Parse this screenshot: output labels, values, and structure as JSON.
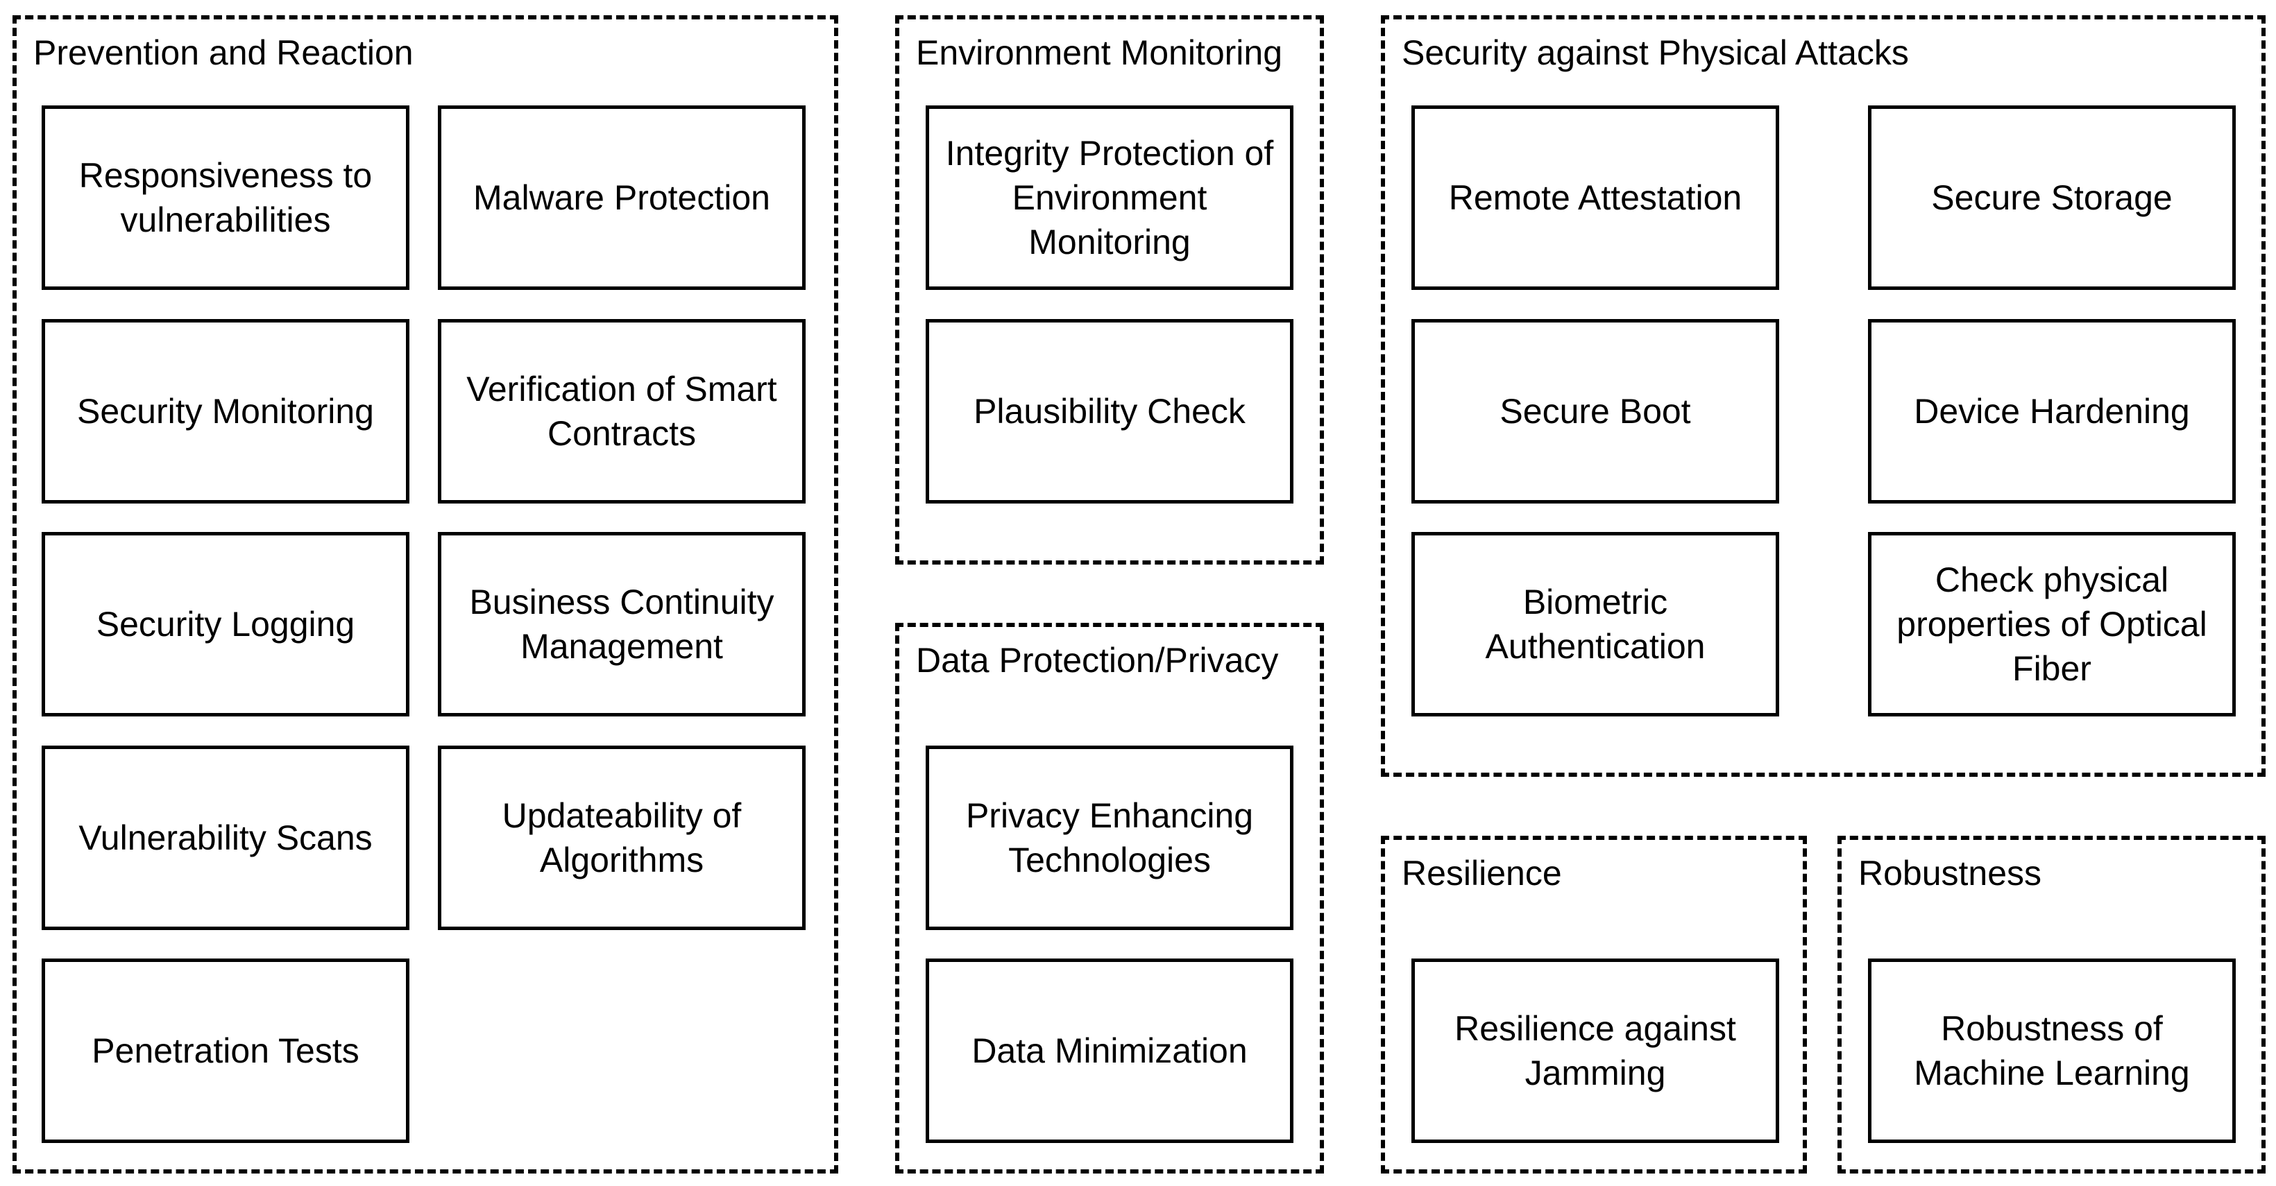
{
  "groups": {
    "prevention": {
      "title": "Prevention and Reaction",
      "items": [
        "Responsiveness to\nvulnerabilities",
        "Malware Protection",
        "Security Monitoring",
        "Verification of Smart\nContracts",
        "Security Logging",
        "Business Continuity\nManagement",
        "Vulnerability Scans",
        "Updateability of\nAlgorithms",
        "Penetration Tests"
      ]
    },
    "environment": {
      "title": "Environment Monitoring",
      "items": [
        "Integrity Protection of\nEnvironment\nMonitoring",
        "Plausibility Check"
      ]
    },
    "data_protection": {
      "title": "Data Protection/Privacy",
      "items": [
        "Privacy Enhancing\nTechnologies",
        "Data Minimization"
      ]
    },
    "physical": {
      "title": "Security against Physical Attacks",
      "items": [
        "Remote Attestation",
        "Secure Storage",
        "Secure Boot",
        "Device Hardening",
        "Biometric\nAuthentication",
        "Check physical\nproperties of Optical\nFiber"
      ]
    },
    "resilience": {
      "title": "Resilience",
      "items": [
        "Resilience against\nJamming"
      ]
    },
    "robustness": {
      "title": "Robustness",
      "items": [
        "Robustness of\nMachine Learning"
      ]
    }
  }
}
